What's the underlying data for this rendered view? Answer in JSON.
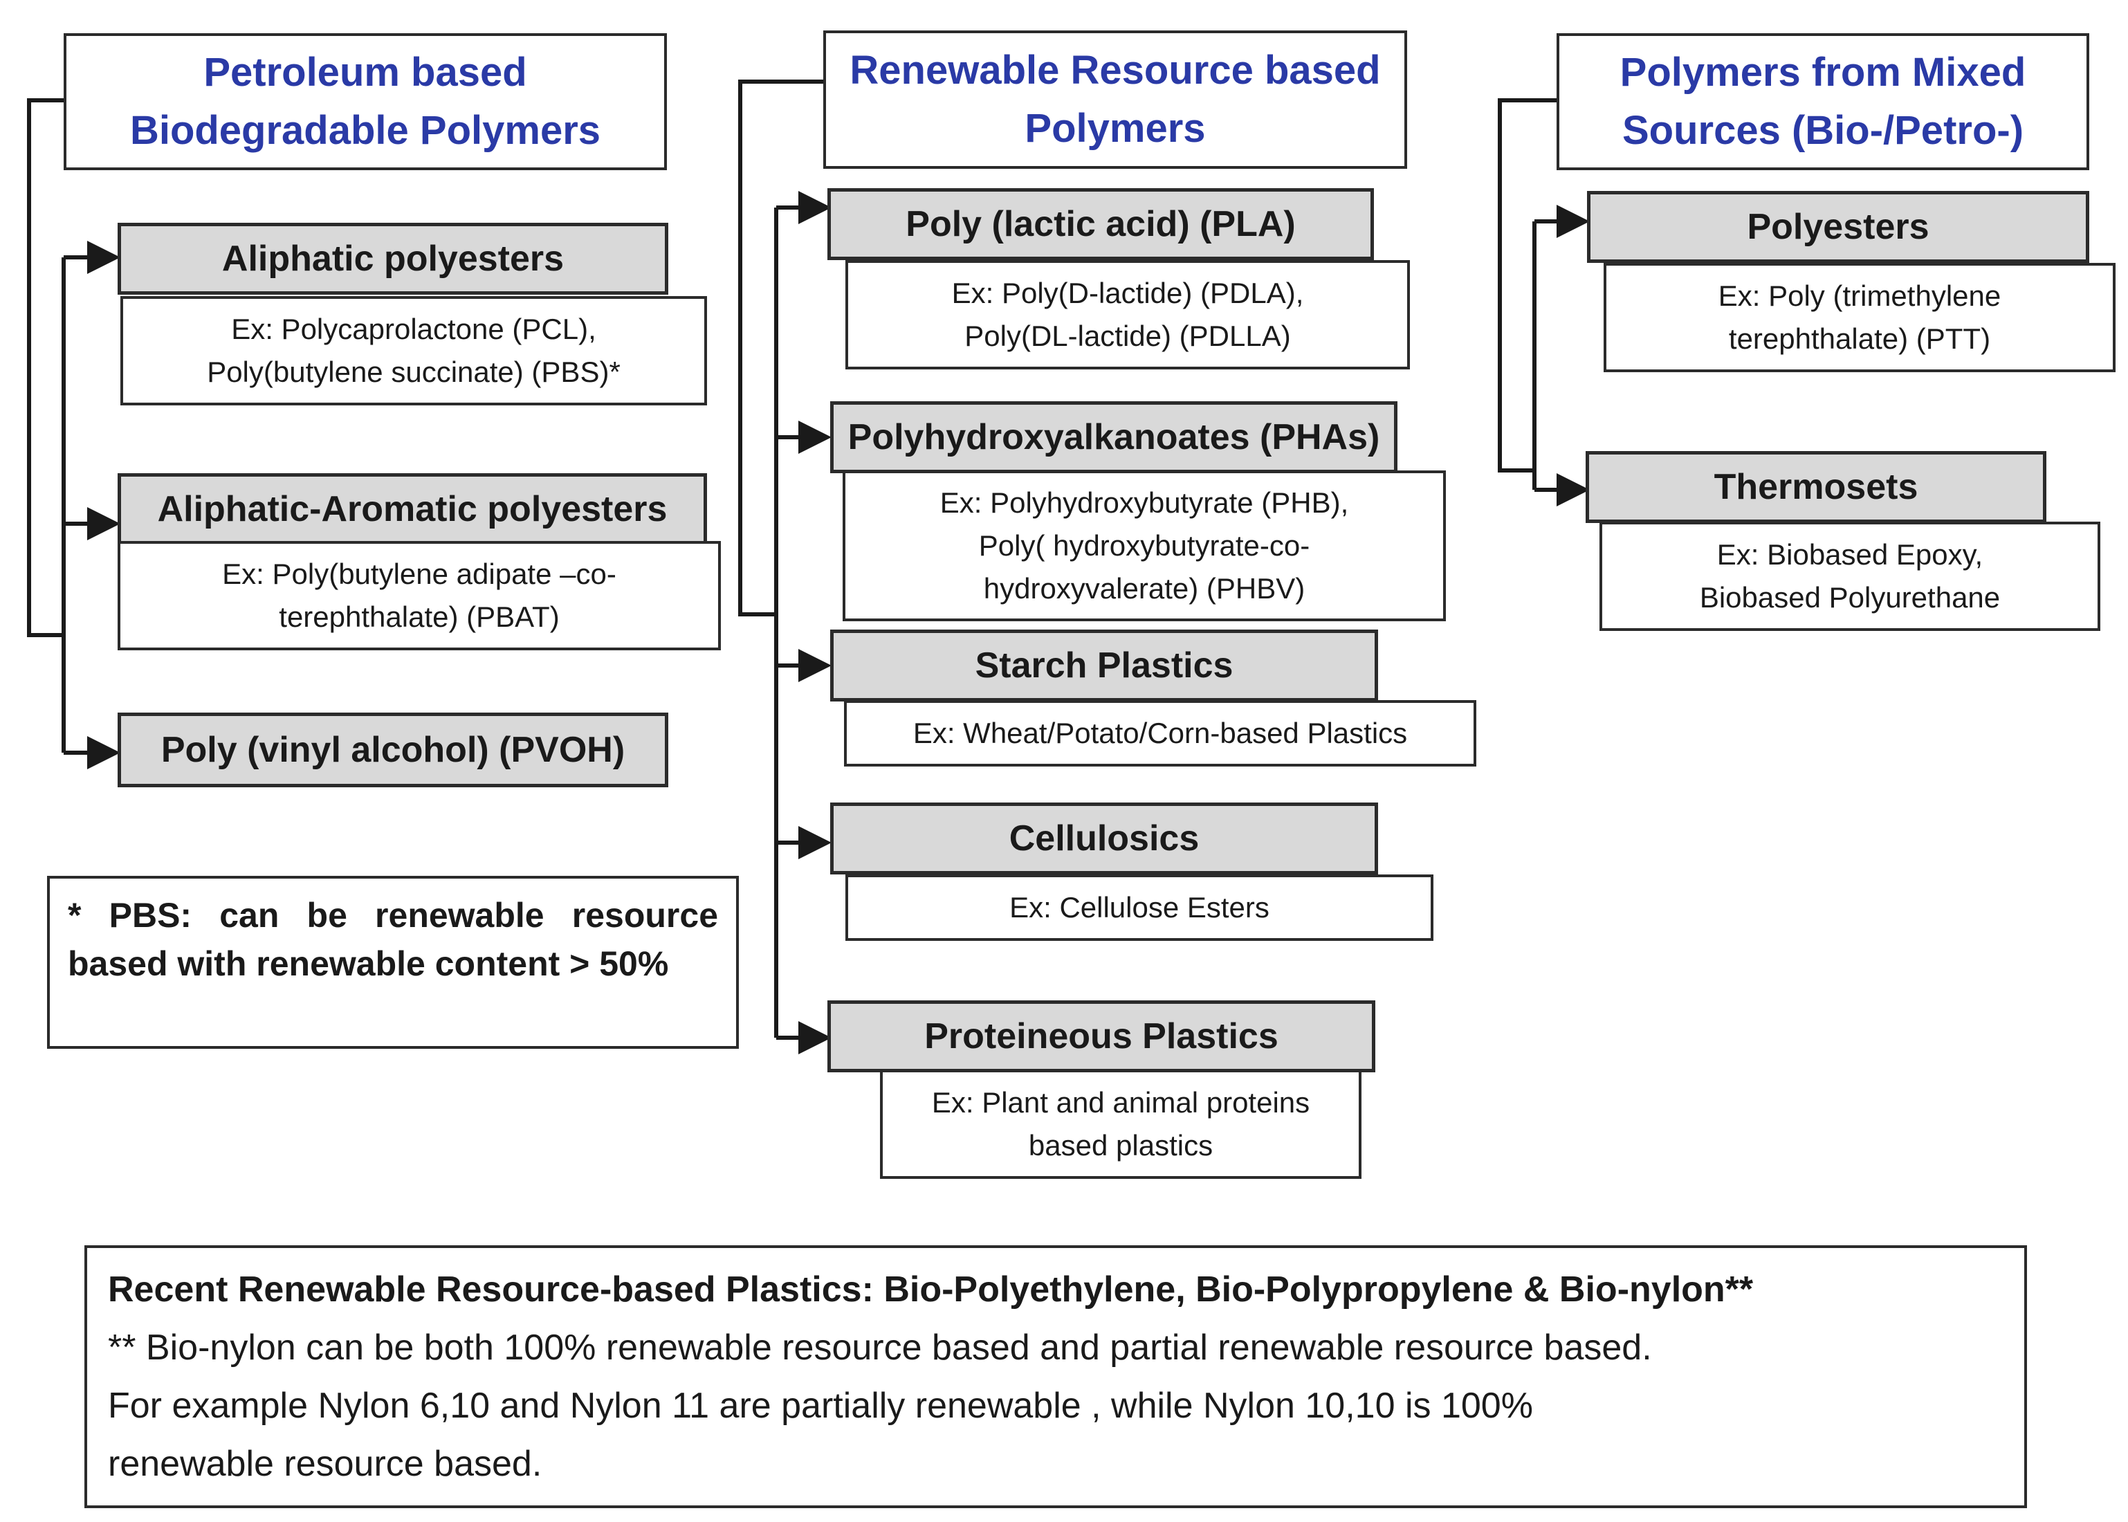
{
  "columns": {
    "petroleum": {
      "header": [
        "Petroleum based",
        "Biodegradable Polymers"
      ],
      "aliphatic": {
        "title": "Aliphatic polyesters",
        "ex": [
          "Ex: Polycaprolactone (PCL),",
          "Poly(butylene succinate) (PBS)*"
        ]
      },
      "aliphatic_aromatic": {
        "title": "Aliphatic-Aromatic polyesters",
        "ex": [
          "Ex: Poly(butylene adipate –co-",
          "terephthalate) (PBAT)"
        ]
      },
      "pvoh": {
        "title": "Poly (vinyl alcohol) (PVOH)"
      },
      "note": "* PBS: can be renewable resource based with renewable content > 50%"
    },
    "renewable": {
      "header": [
        "Renewable Resource based",
        "Polymers"
      ],
      "pla": {
        "title": "Poly (lactic acid) (PLA)",
        "ex": [
          "Ex: Poly(D-lactide) (PDLA),",
          "Poly(DL-lactide) (PDLLA)"
        ]
      },
      "pha": {
        "title": "Polyhydroxyalkanoates (PHAs)",
        "ex": [
          "Ex: Polyhydroxybutyrate (PHB),",
          "Poly( hydroxybutyrate-co-",
          "hydroxyvalerate) (PHBV)"
        ]
      },
      "starch": {
        "title": "Starch Plastics",
        "ex": [
          "Ex: Wheat/Potato/Corn-based Plastics"
        ]
      },
      "cellulosics": {
        "title": "Cellulosics",
        "ex": [
          "Ex: Cellulose Esters"
        ]
      },
      "protein": {
        "title": "Proteineous Plastics",
        "ex": [
          "Ex: Plant and animal proteins",
          "based plastics"
        ]
      }
    },
    "mixed": {
      "header": [
        "Polymers from Mixed",
        "Sources (Bio-/Petro-)"
      ],
      "polyesters": {
        "title": "Polyesters",
        "ex": [
          "Ex: Poly (trimethylene",
          "terephthalate) (PTT)"
        ]
      },
      "thermosets": {
        "title": "Thermosets",
        "ex": [
          "Ex: Biobased Epoxy,",
          "Biobased Polyurethane"
        ]
      }
    }
  },
  "bottom_note": {
    "line1": "Recent Renewable Resource-based Plastics: Bio-Polyethylene, Bio-Polypropylene & Bio-nylon**",
    "line2": "** Bio-nylon can be both 100% renewable resource based and partial renewable resource based.",
    "line3": "For example Nylon 6,10 and Nylon 11 are partially renewable , while Nylon 10,10 is 100%",
    "line4": "renewable resource based."
  },
  "colors": {
    "header_text": "#2a3aa6",
    "category_fill": "#d9d9d9",
    "border": "#2b2b2b"
  }
}
